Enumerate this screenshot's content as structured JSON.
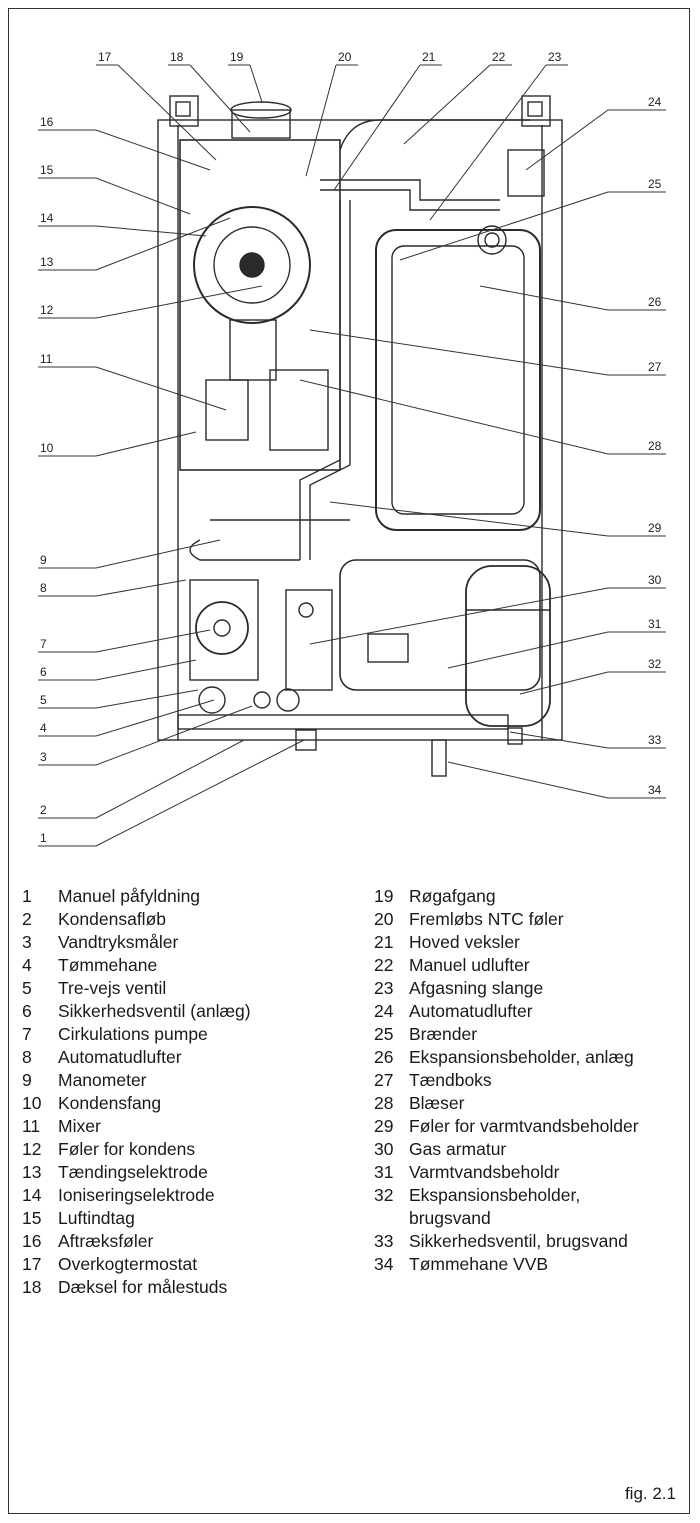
{
  "figure": {
    "caption": "fig. 2.1",
    "callout_numbers_left": [
      "17",
      "18",
      "19",
      "16",
      "15",
      "14",
      "13",
      "12",
      "11",
      "10",
      "9",
      "8",
      "7",
      "6",
      "5",
      "4",
      "3",
      "2",
      "1"
    ],
    "callout_numbers_right": [
      "20",
      "21",
      "22",
      "23",
      "24",
      "25",
      "26",
      "27",
      "28",
      "29",
      "30",
      "31",
      "32",
      "33",
      "34"
    ]
  },
  "legend": {
    "left": [
      {
        "num": "1",
        "label": "Manuel påfyldning"
      },
      {
        "num": "2",
        "label": "Kondensafløb"
      },
      {
        "num": "3",
        "label": "Vandtryksmåler"
      },
      {
        "num": "4",
        "label": "Tømmehane"
      },
      {
        "num": "5",
        "label": "Tre-vejs ventil"
      },
      {
        "num": "6",
        "label": "Sikkerhedsventil (anlæg)"
      },
      {
        "num": "7",
        "label": "Cirkulations pumpe"
      },
      {
        "num": "8",
        "label": "Automatudlufter"
      },
      {
        "num": "9",
        "label": "Manometer"
      },
      {
        "num": "10",
        "label": "Kondensfang"
      },
      {
        "num": "11",
        "label": "Mixer"
      },
      {
        "num": "12",
        "label": "Føler for kondens"
      },
      {
        "num": "13",
        "label": "Tændingselektrode"
      },
      {
        "num": "14",
        "label": "Ioniseringselektrode"
      },
      {
        "num": "15",
        "label": "Luftindtag"
      },
      {
        "num": "16",
        "label": "Aftræksføler"
      },
      {
        "num": "17",
        "label": "Overkogtermostat"
      },
      {
        "num": "18",
        "label": "Dæksel for målestuds"
      }
    ],
    "right": [
      {
        "num": "19",
        "label": "Røgafgang"
      },
      {
        "num": "20",
        "label": "Fremløbs NTC føler"
      },
      {
        "num": "21",
        "label": "Hoved veksler"
      },
      {
        "num": "22",
        "label": "Manuel udlufter"
      },
      {
        "num": "23",
        "label": "Afgasning slange"
      },
      {
        "num": "24",
        "label": "Automatudlufter"
      },
      {
        "num": "25",
        "label": "Brænder"
      },
      {
        "num": "26",
        "label": "Ekspansionsbeholder, anlæg"
      },
      {
        "num": "27",
        "label": "Tændboks"
      },
      {
        "num": "28",
        "label": "Blæser"
      },
      {
        "num": "29",
        "label": "Føler for varmtvandsbeholder"
      },
      {
        "num": "30",
        "label": "Gas armatur"
      },
      {
        "num": "31",
        "label": "Varmtvandsbeholdr"
      },
      {
        "num": "32",
        "label": "Ekspansionsbeholder,\nbrugsvand"
      },
      {
        "num": "33",
        "label": "Sikkerhedsventil, brugsvand"
      },
      {
        "num": "34",
        "label": "Tømmehane VVB"
      }
    ]
  }
}
